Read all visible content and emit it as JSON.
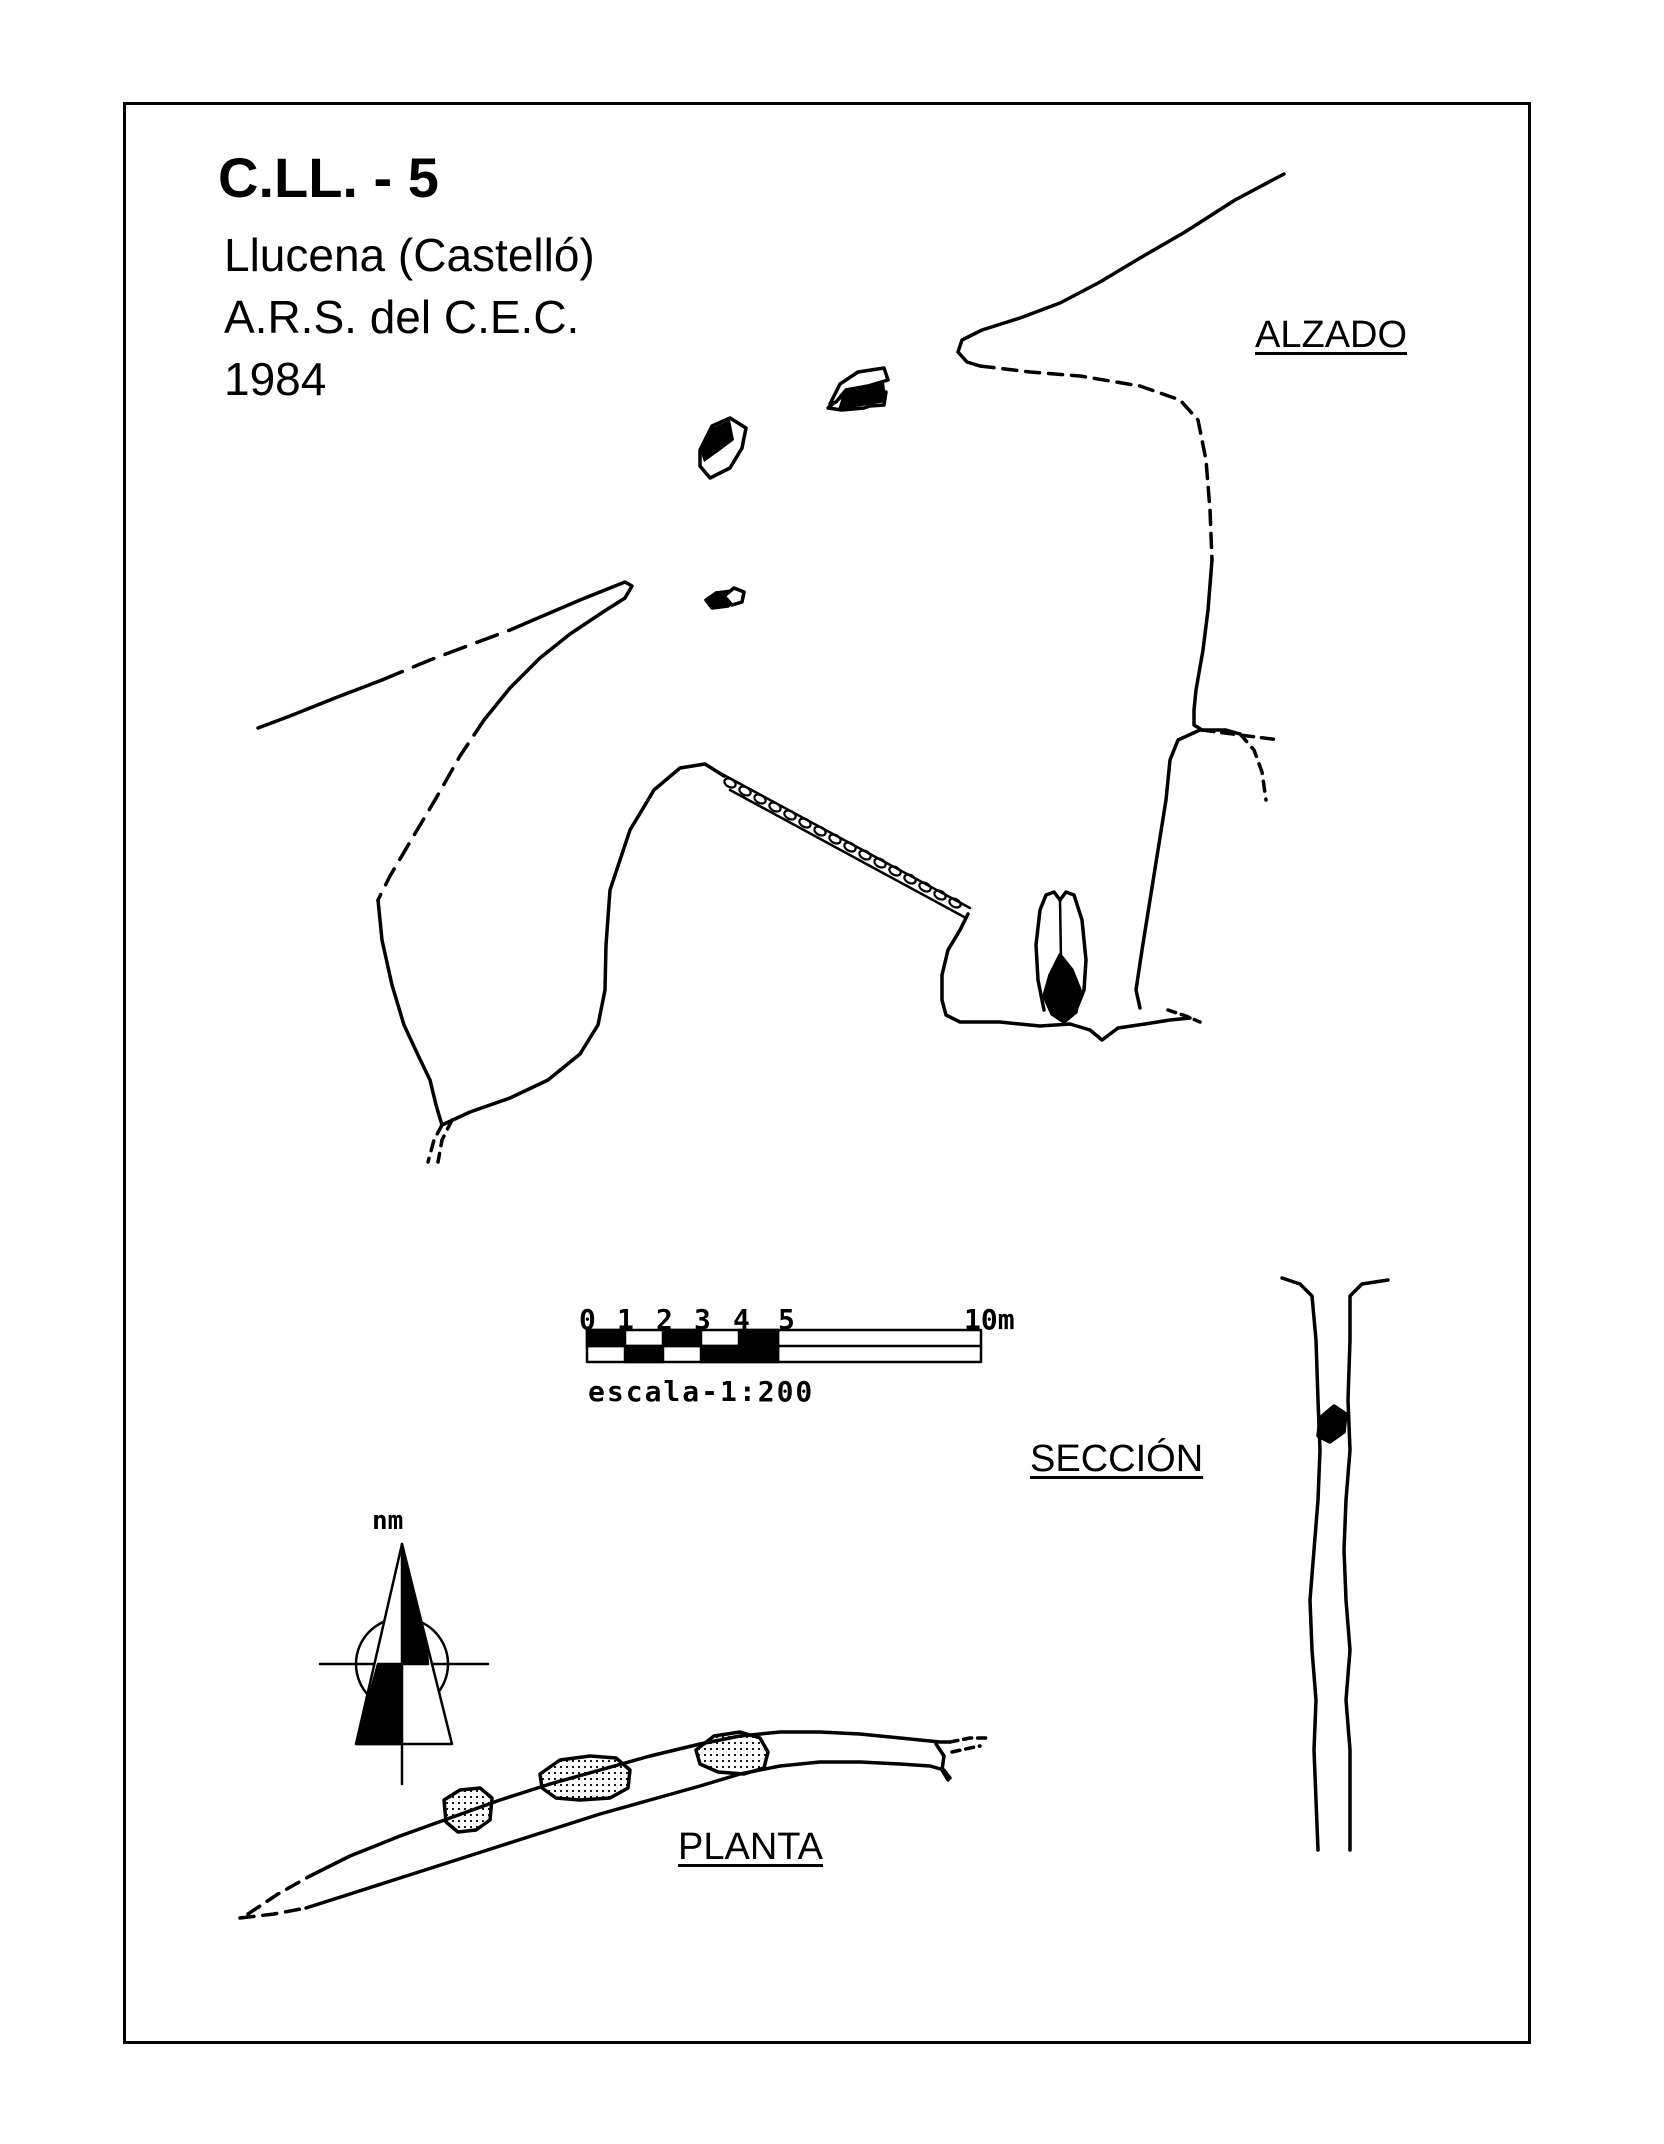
{
  "header": {
    "code": "C.LL. - 5",
    "place": "Llucena (Castelló)",
    "author": "A.R.S. del C.E.C.",
    "year": "1984"
  },
  "views": {
    "elevation": "ALZADO",
    "section": "SECCIÓN",
    "plan": "PLANTA"
  },
  "scale_bar": {
    "ticks": [
      "0",
      "1",
      "2",
      "3",
      "4",
      "5",
      "10m"
    ],
    "caption": "escala-1:200"
  },
  "north_arrow": {
    "label": "nm"
  },
  "colors": {
    "ink": "#000000",
    "paper": "#ffffff"
  }
}
